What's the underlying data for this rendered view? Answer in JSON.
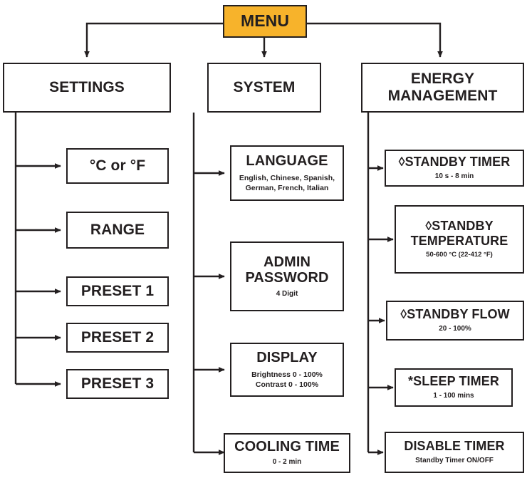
{
  "diagram": {
    "title": "MENU",
    "accent_color": "#f7b32b",
    "line_color": "#231f20",
    "box_fill": "#ffffff",
    "root": {
      "label": "MENU"
    },
    "categories": [
      {
        "name": "settings",
        "label": "SETTINGS"
      },
      {
        "name": "system",
        "label": "SYSTEM"
      },
      {
        "name": "energy-management",
        "label": "ENERGY\nMANAGEMENT"
      }
    ],
    "settings_items": [
      {
        "name": "celsius-or-fahrenheit",
        "label": "°C or °F",
        "sub": ""
      },
      {
        "name": "range",
        "label": "RANGE",
        "sub": ""
      },
      {
        "name": "preset-1",
        "label": "PRESET 1",
        "sub": ""
      },
      {
        "name": "preset-2",
        "label": "PRESET 2",
        "sub": ""
      },
      {
        "name": "preset-3",
        "label": "PRESET 3",
        "sub": ""
      }
    ],
    "system_items": [
      {
        "name": "language",
        "label": "LANGUAGE",
        "sub": "English, Chinese, Spanish,\nGerman, French, Italian"
      },
      {
        "name": "admin-password",
        "label": "ADMIN\nPASSWORD",
        "sub": "4 Digit"
      },
      {
        "name": "display",
        "label": "DISPLAY",
        "sub": "Brightness 0 - 100%\nContrast 0 - 100%"
      },
      {
        "name": "cooling-time",
        "label": "COOLING TIME",
        "sub": "0 - 2 min"
      }
    ],
    "energy_items": [
      {
        "name": "standby-timer",
        "label": "◊STANDBY TIMER",
        "sub": "10 s - 8 min"
      },
      {
        "name": "standby-temperature",
        "label": "◊STANDBY\nTEMPERATURE",
        "sub": "50-600 °C (22-412 °F)"
      },
      {
        "name": "standby-flow",
        "label": "◊STANDBY FLOW",
        "sub": "20 - 100%"
      },
      {
        "name": "sleep-timer",
        "label": "*SLEEP TIMER",
        "sub": "1 - 100 mins"
      },
      {
        "name": "disable-timer",
        "label": "DISABLE TIMER",
        "sub": "Standby Timer ON/OFF"
      }
    ]
  }
}
